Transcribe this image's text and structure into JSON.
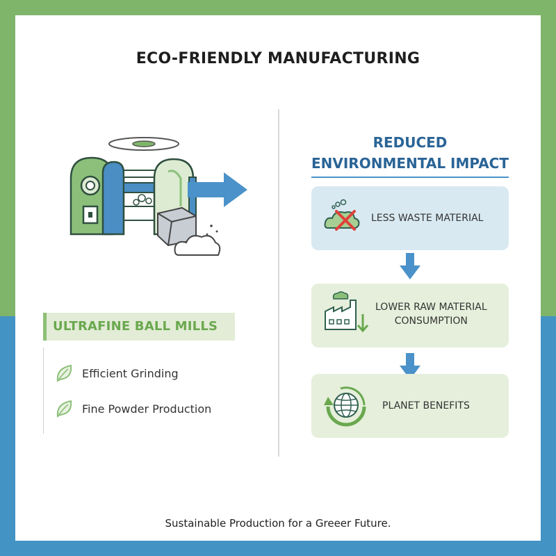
{
  "title": "ECO-FRIENDLY MANUFACTURING",
  "left": {
    "heading": "ULTRAFINE BALL MILLS",
    "features": [
      "Efficient Grinding",
      "Fine Powder Production"
    ]
  },
  "right": {
    "heading_line1": "REDUCED",
    "heading_line2": "ENVIRONMENTAL IMPACT",
    "steps": [
      {
        "lines": [
          "LESS WASTE MATERIAL"
        ],
        "icon": "cloud-cross-icon"
      },
      {
        "lines": [
          "LOWER RAW MATERIAL",
          "CONSUMPTION"
        ],
        "icon": "factory-down-icon"
      },
      {
        "lines": [
          "PLANET BENEFITS"
        ],
        "icon": "globe-cycle-icon"
      }
    ]
  },
  "footer": "Sustainable Production for a Greeer Future.",
  "colors": {
    "green": "#7fb56a",
    "blue": "#4393c4",
    "heading_blue": "#2a6496",
    "box_blue": "#d8e9f1",
    "box_green": "#e5efdb"
  }
}
